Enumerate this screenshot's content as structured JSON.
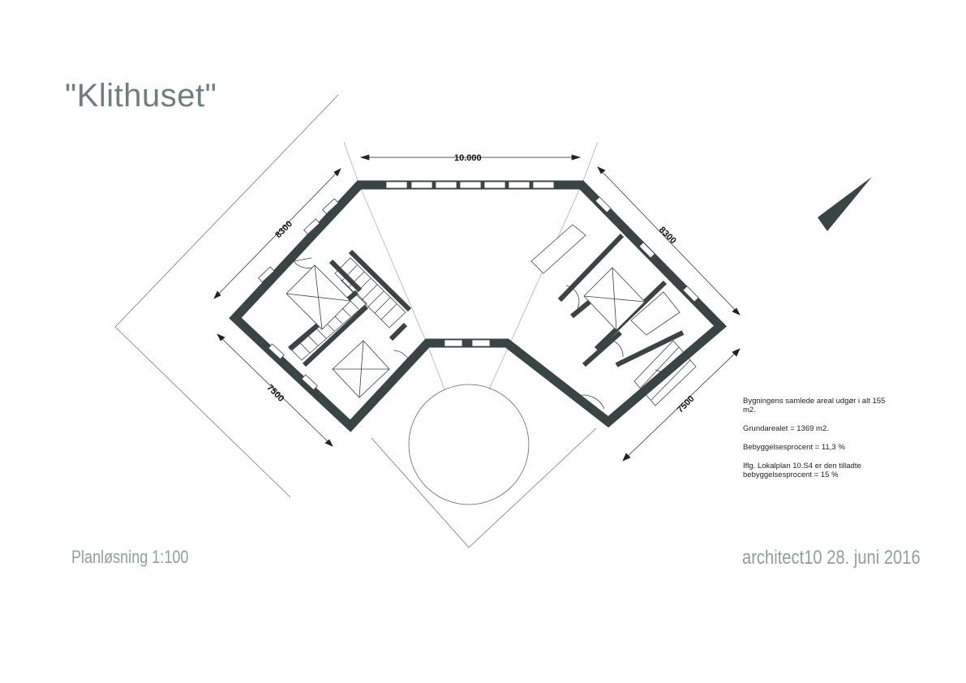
{
  "title": "\"Klithuset\"",
  "plan_label": "Planløsning 1:100",
  "architect_label": "architect10  28. juni 2016",
  "dimensions": {
    "top": "10.000",
    "left_upper": "8300",
    "right_upper": "8300",
    "left_lower": "7500",
    "right_lower": "7500"
  },
  "notes": [
    "Bygningens samlede areal udgør i alt 155 m2.",
    "Grundarealet = 1369 m2.",
    "Bebyggelsesprocent  = 11,3 %",
    "Iflg. Lokalplan 10.S4 er den tilladte bebyggelsesprocent = 15 %"
  ],
  "colors": {
    "wall": "#3a4444",
    "title": "#6e7f7f",
    "label": "#8fa09d"
  },
  "icons": {
    "north_arrow": "north-arrow-icon"
  }
}
